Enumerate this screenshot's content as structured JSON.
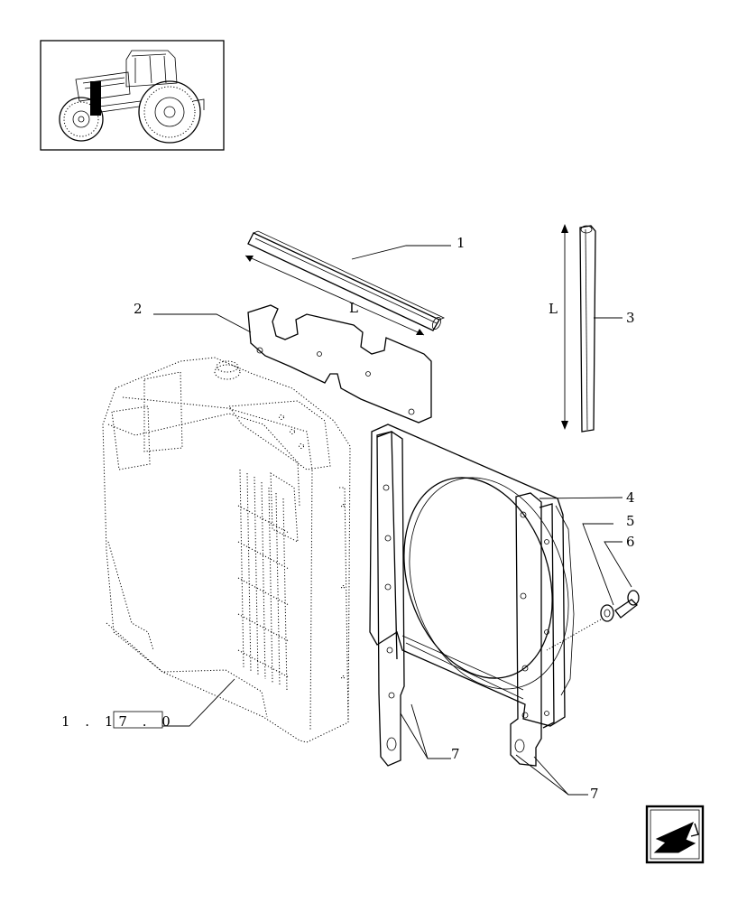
{
  "callouts": {
    "c1": "1",
    "c2": "2",
    "c3": "3",
    "c4": "4",
    "c5": "5",
    "c6": "6",
    "c7a": "7",
    "c7b": "7"
  },
  "dimensions": {
    "length_top": "L",
    "length_side": "L"
  },
  "reference": {
    "text": "1 . 17 . 0"
  },
  "icons": {
    "thumbnail": "tractor-icon",
    "navigation": "next-page-arrow-icon"
  }
}
